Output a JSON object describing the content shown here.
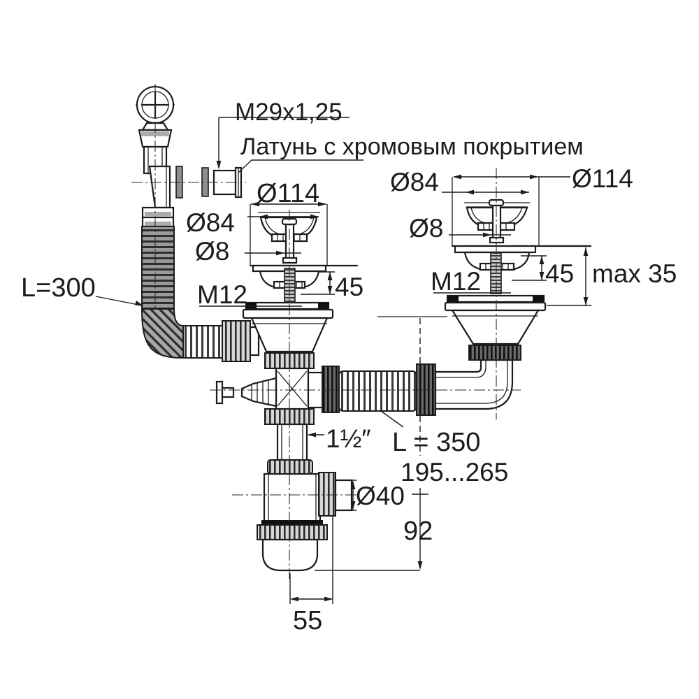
{
  "diagram": {
    "type": "technical-drawing",
    "subject": "double-bowl sink waste siphon assembly with overflow",
    "colors": {
      "background": "#ffffff",
      "line": "#1c1c1c",
      "nut_light": "#d6d6d6",
      "nut_dark": "#5a5a5a",
      "gasket": "#111111"
    },
    "labels": {
      "thread": "M29x1,25",
      "material": "Латунь с хромовым покрытием",
      "overflow_length": "L=300",
      "left_d114": "Ø114",
      "left_d84": "Ø84",
      "left_d8": "Ø8",
      "left_m12": "M12",
      "left_45": "45",
      "right_d84": "Ø84",
      "right_d114": "Ø114",
      "right_d8": "Ø8",
      "right_m12": "M12",
      "right_45": "45",
      "max_thickness": "max 35",
      "pipe_inch": "1½″",
      "hose_length": "L = 350",
      "height_range": "195...265",
      "outlet_d40": "Ø40",
      "outlet_drop": "92",
      "base_width": "55"
    }
  }
}
